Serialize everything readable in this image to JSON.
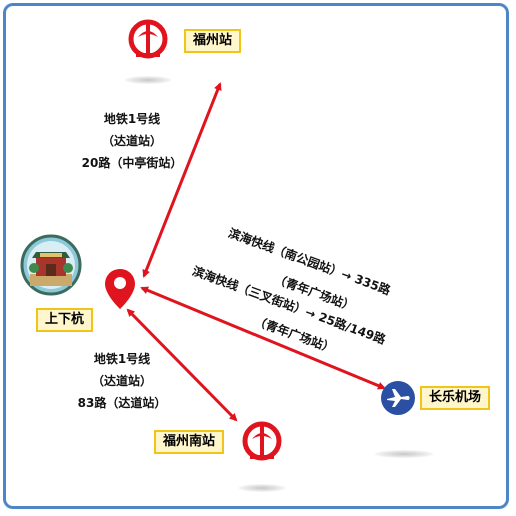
{
  "stations": {
    "fuzhou": {
      "name": "福州站",
      "icon": "railway-logo-icon"
    },
    "shangxiahang": {
      "name": "上下杭",
      "icon": "landmark-gate-icon"
    },
    "fuzhou_south": {
      "name": "福州南站",
      "icon": "railway-logo-icon"
    },
    "changle_airport": {
      "name": "长乐机场",
      "icon": "airplane-icon"
    }
  },
  "routes": {
    "to_fuzhou": [
      "地铁1号线",
      "（达道站）",
      "20路（中亭街站）"
    ],
    "to_fuzhou_south": [
      "地铁1号线",
      "（达道站）",
      "83路（达道站）"
    ],
    "to_airport": [
      "滨海快线（南公园站）→ 335路",
      "（青年广场站）",
      "滨海快线（三叉街站）→ 25路/149路",
      "（青年广场站）"
    ]
  },
  "colors": {
    "route_line": "#e0141e",
    "railway_logo": "#e0141e",
    "airplane_badge": "#2b4fa3",
    "label_fill": "#fff6cc",
    "label_border": "#f0c419",
    "frame_border": "#4a86c8"
  }
}
